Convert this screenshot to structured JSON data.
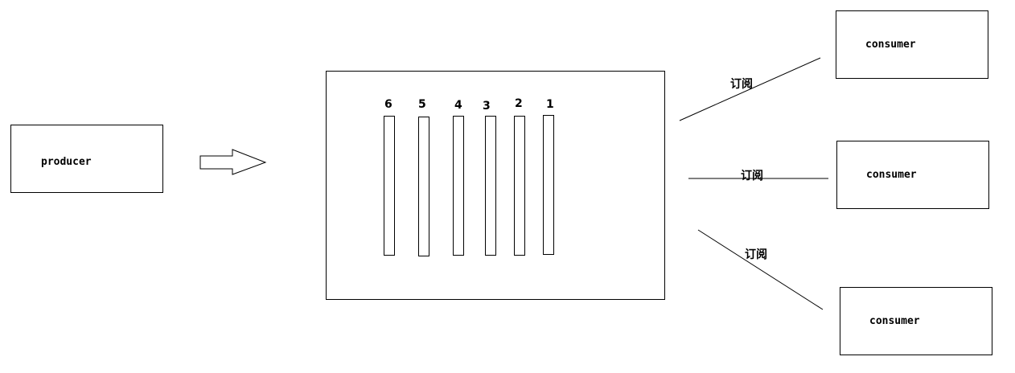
{
  "producer": {
    "label": "producer"
  },
  "queue": {
    "slots": [
      {
        "label": "6"
      },
      {
        "label": "5"
      },
      {
        "label": "4"
      },
      {
        "label": "3"
      },
      {
        "label": "2"
      },
      {
        "label": "1"
      }
    ]
  },
  "subscriptions": [
    {
      "label": "订阅"
    },
    {
      "label": "订阅"
    },
    {
      "label": "订阅"
    }
  ],
  "consumers": [
    {
      "label": "consumer"
    },
    {
      "label": "consumer"
    },
    {
      "label": "consumer"
    }
  ]
}
